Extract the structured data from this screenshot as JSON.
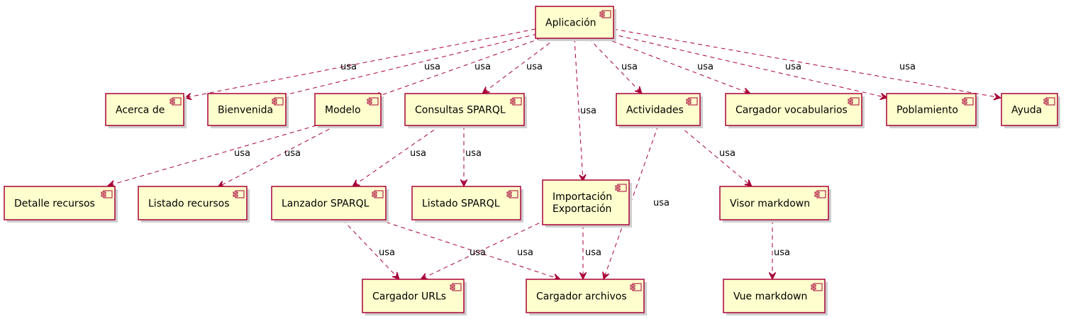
{
  "diagram": {
    "colors": {
      "node_fill": "#FEFECE",
      "node_border": "#A80036",
      "edge": "#A80036",
      "shadow": "#cfcfcf"
    },
    "node_icon": "component-icon",
    "nodes": [
      {
        "id": "aplicacion",
        "lines": [
          "Aplicación"
        ]
      },
      {
        "id": "acerca",
        "lines": [
          "Acerca de"
        ]
      },
      {
        "id": "bienvenida",
        "lines": [
          "Bienvenida"
        ]
      },
      {
        "id": "modelo",
        "lines": [
          "Modelo"
        ]
      },
      {
        "id": "consultas",
        "lines": [
          "Consultas SPARQL"
        ]
      },
      {
        "id": "actividades",
        "lines": [
          "Actividades"
        ]
      },
      {
        "id": "cargvocab",
        "lines": [
          "Cargador vocabularios"
        ]
      },
      {
        "id": "poblamiento",
        "lines": [
          "Poblamiento"
        ]
      },
      {
        "id": "ayuda",
        "lines": [
          "Ayuda"
        ]
      },
      {
        "id": "detalle",
        "lines": [
          "Detalle recursos"
        ]
      },
      {
        "id": "listadorec",
        "lines": [
          "Listado recursos"
        ]
      },
      {
        "id": "lanzador",
        "lines": [
          "Lanzador SPARQL"
        ]
      },
      {
        "id": "listadosparql",
        "lines": [
          "Listado SPARQL"
        ]
      },
      {
        "id": "impexp",
        "lines": [
          "Importación",
          "Exportación"
        ]
      },
      {
        "id": "visor",
        "lines": [
          "Visor markdown"
        ]
      },
      {
        "id": "cargurls",
        "lines": [
          "Cargador URLs"
        ]
      },
      {
        "id": "cargarch",
        "lines": [
          "Cargador archivos"
        ]
      },
      {
        "id": "vuemd",
        "lines": [
          "Vue markdown"
        ]
      }
    ],
    "edges": [
      {
        "from": "aplicacion",
        "to": "acerca",
        "label": "usa"
      },
      {
        "from": "aplicacion",
        "to": "bienvenida",
        "label": "usa"
      },
      {
        "from": "aplicacion",
        "to": "modelo",
        "label": "usa"
      },
      {
        "from": "aplicacion",
        "to": "consultas",
        "label": "usa"
      },
      {
        "from": "aplicacion",
        "to": "impexp",
        "label": "usa"
      },
      {
        "from": "aplicacion",
        "to": "actividades",
        "label": "usa"
      },
      {
        "from": "aplicacion",
        "to": "cargvocab",
        "label": "usa"
      },
      {
        "from": "aplicacion",
        "to": "poblamiento",
        "label": "usa"
      },
      {
        "from": "aplicacion",
        "to": "ayuda",
        "label": "usa"
      },
      {
        "from": "modelo",
        "to": "detalle",
        "label": "usa"
      },
      {
        "from": "modelo",
        "to": "listadorec",
        "label": "usa"
      },
      {
        "from": "consultas",
        "to": "lanzador",
        "label": "usa"
      },
      {
        "from": "consultas",
        "to": "listadosparql",
        "label": "usa"
      },
      {
        "from": "actividades",
        "to": "cargarch",
        "label": "usa"
      },
      {
        "from": "actividades",
        "to": "visor",
        "label": "usa"
      },
      {
        "from": "lanzador",
        "to": "cargurls",
        "label": "usa"
      },
      {
        "from": "lanzador",
        "to": "cargarch",
        "label": "usa"
      },
      {
        "from": "impexp",
        "to": "cargurls",
        "label": "usa"
      },
      {
        "from": "impexp",
        "to": "cargarch",
        "label": "usa"
      },
      {
        "from": "visor",
        "to": "vuemd",
        "label": "usa"
      }
    ]
  }
}
